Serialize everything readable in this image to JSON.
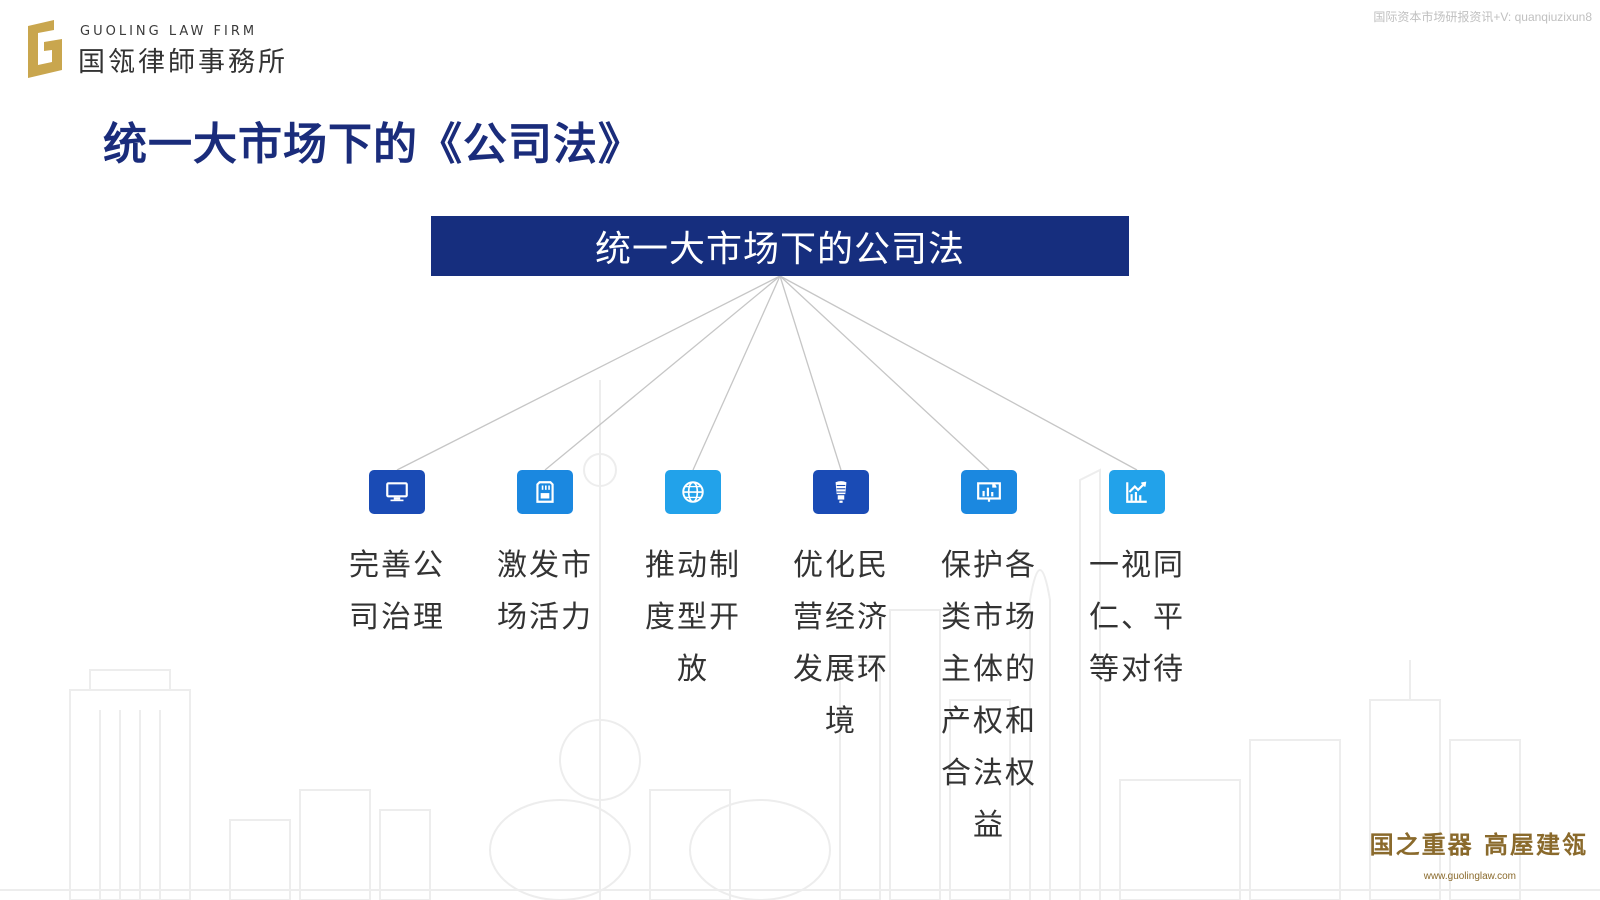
{
  "header": {
    "logo_en": "GUOLING LAW FIRM",
    "logo_cn": "国瓴律師事務所",
    "watermark": "国际资本市场研报资讯+V: quanqiuzixun8"
  },
  "title": "统一大市场下的《公司法》",
  "diagram": {
    "root": "统一大市场下的公司法",
    "nodes": [
      {
        "label": "完善公司治理",
        "icon": "monitor-icon",
        "color": "#1a4bb5"
      },
      {
        "label": "激发市场活力",
        "icon": "sd-card-icon",
        "color": "#1b88e0"
      },
      {
        "label": "推动制度型开放",
        "icon": "globe-icon",
        "color": "#22a2ea"
      },
      {
        "label": "优化民营经济发展环境",
        "icon": "light-bulb-icon",
        "color": "#1a4bb5"
      },
      {
        "label": "保护各类市场主体的产权和合法权益",
        "icon": "presentation-chart-icon",
        "color": "#1b88e0"
      },
      {
        "label": "一视同仁、平等对待",
        "icon": "line-chart-icon",
        "color": "#22a2ea"
      }
    ]
  },
  "footer": {
    "seal": "国之重器 高屋建瓴",
    "url": "www.guolinglaw.com"
  },
  "colors": {
    "brand_navy": "#162e7e",
    "title_navy": "#1a2c7b",
    "logo_gold": "#c9a64e"
  }
}
